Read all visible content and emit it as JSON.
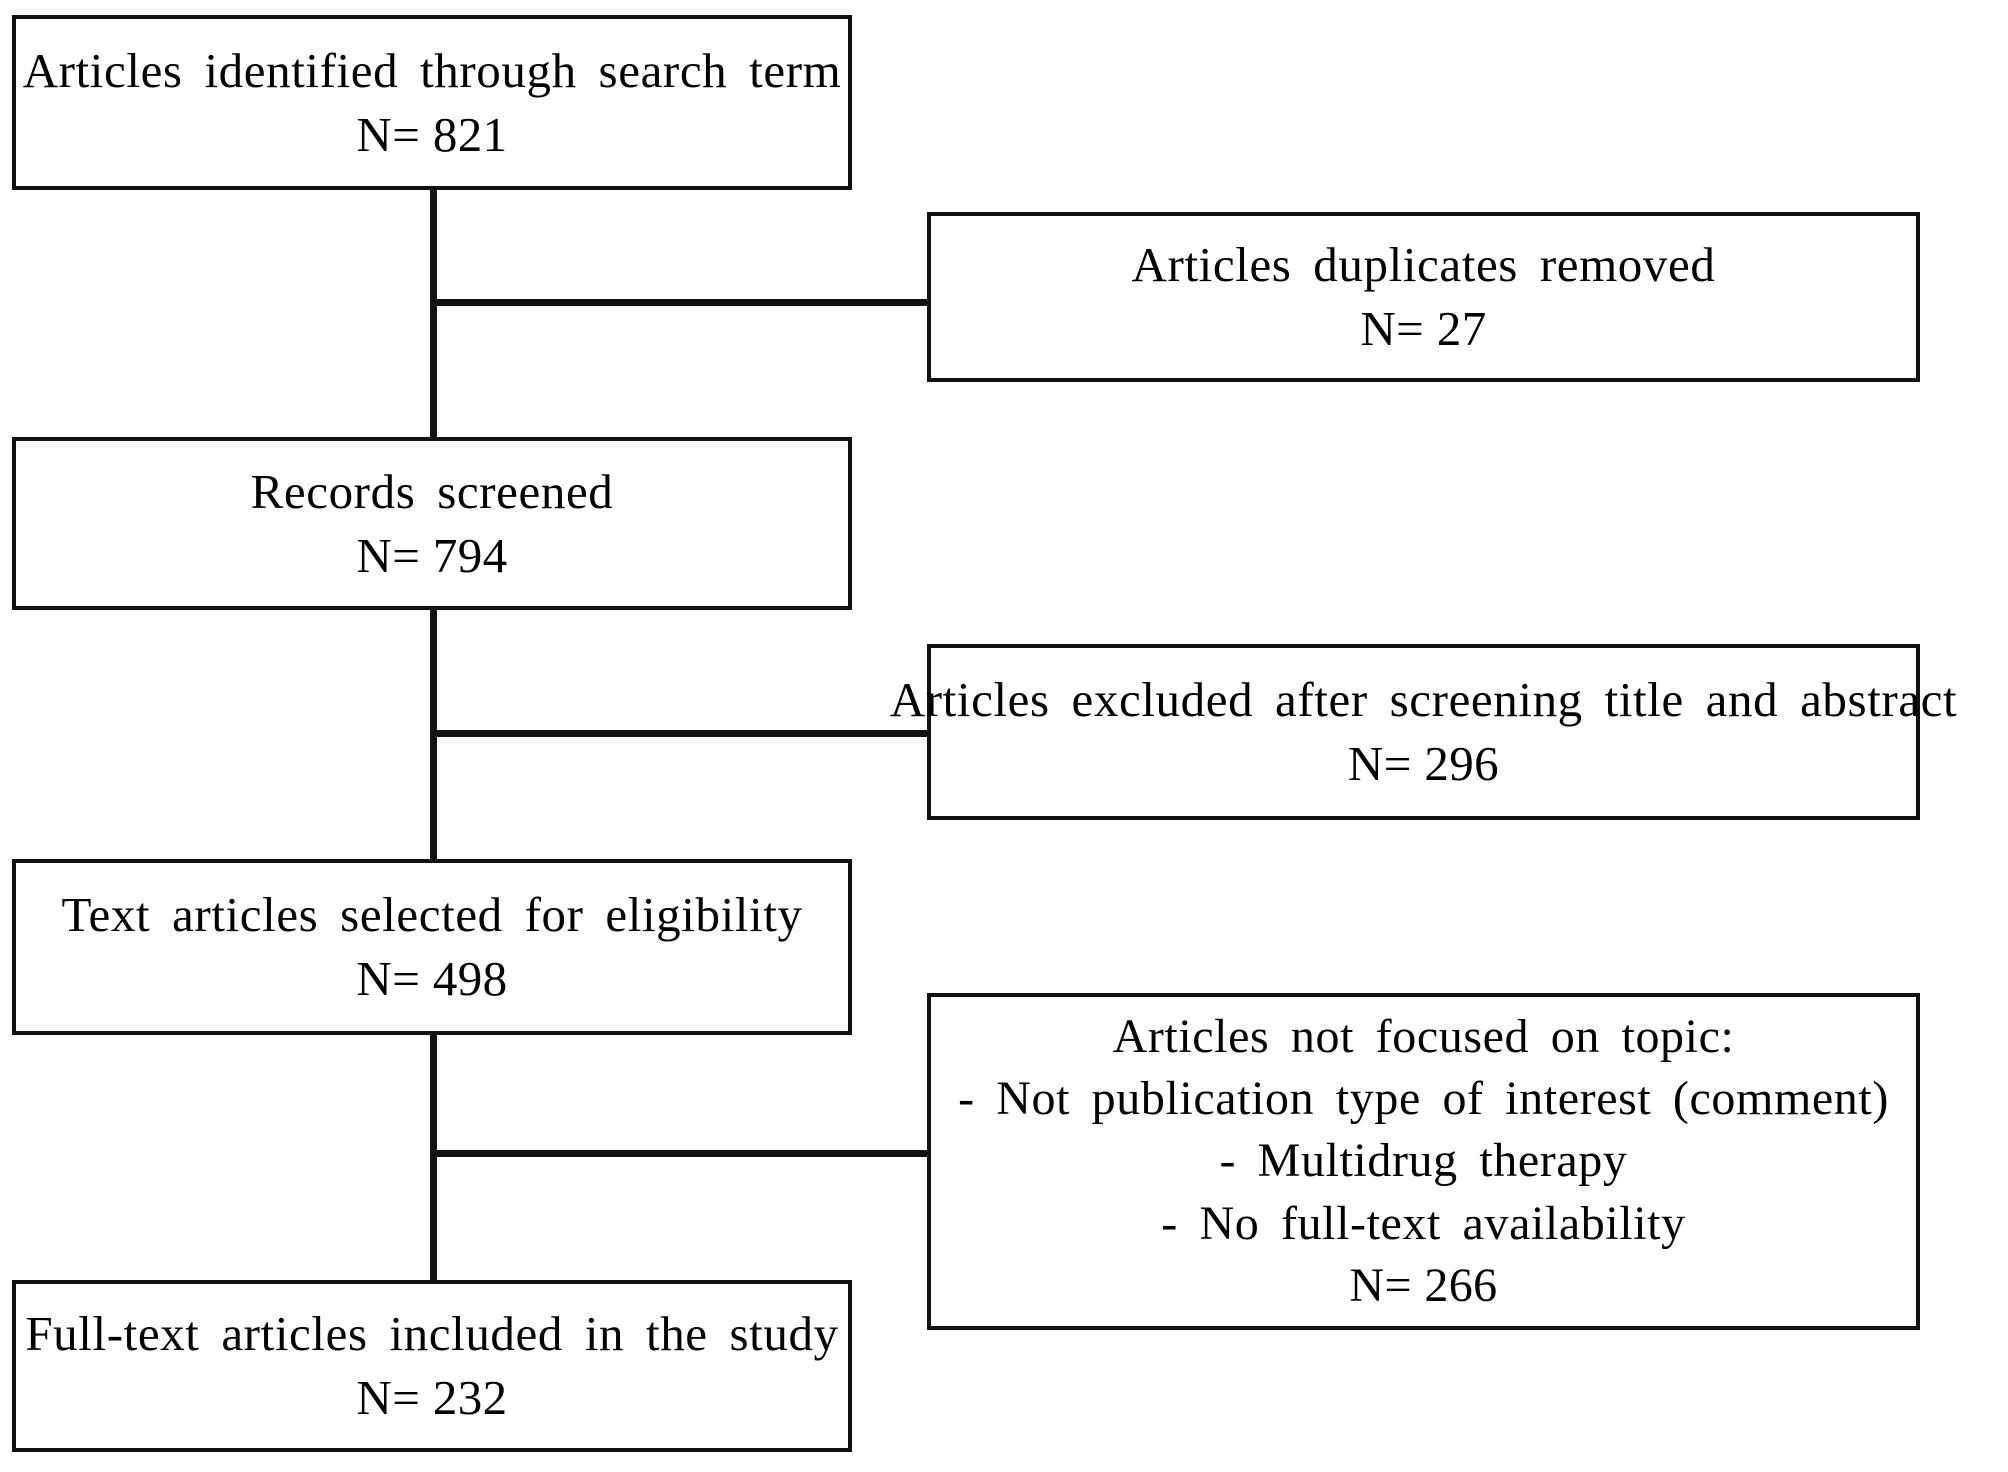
{
  "diagram": {
    "type": "prisma-flow-diagram",
    "colors": {
      "line": "#111111",
      "background": "#ffffff",
      "text": "#000000"
    },
    "nodes": {
      "identified": {
        "name": "articles-identified",
        "line1": "Articles  identified  through  search  term",
        "count": "N= 821"
      },
      "duplicates": {
        "name": "articles-duplicates-removed",
        "line1": "Articles  duplicates  removed",
        "count": "N= 27"
      },
      "screened": {
        "name": "records-screened",
        "line1": "Records screened",
        "count": "N= 794"
      },
      "excluded": {
        "name": "articles-excluded-title-abstract",
        "line1": "Articles  excluded  after  screening  title  and  abstract",
        "count": "N= 296"
      },
      "eligibility": {
        "name": "text-articles-eligibility",
        "line1": "Text articles  selected  for  eligibility",
        "count": "N= 498"
      },
      "notfocused": {
        "name": "articles-not-focused",
        "line1": "Articles  not focused  on  topic:",
        "bullet1": "-  Not publication  type  of interest  (comment)",
        "bullet2": "-  Multidrug  therapy",
        "bullet3": "- No full-text  availability",
        "count": "N= 266"
      },
      "included": {
        "name": "full-text-articles-included",
        "line1": "Full-text  articles  included  in  the  study",
        "count": "N= 232"
      }
    }
  }
}
